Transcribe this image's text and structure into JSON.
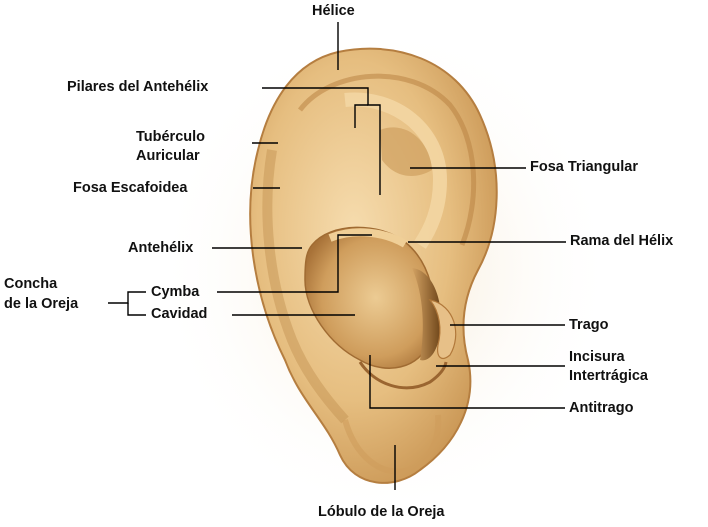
{
  "labels": {
    "helice": "Hélice",
    "pilares": "Pilares del Antehélix",
    "tuberculo_1": "Tubérculo",
    "tuberculo_2": "Auricular",
    "fosa_escafoidea": "Fosa Escafoidea",
    "antehelix": "Antehélix",
    "concha_1": "Concha",
    "concha_2": "de la Oreja",
    "cymba": "Cymba",
    "cavidad": "Cavidad",
    "fosa_triangular": "Fosa Triangular",
    "rama_helix": "Rama del Hélix",
    "trago": "Trago",
    "incisura_1": "Incisura",
    "incisura_2": "Intertrágica",
    "antitrago": "Antitrago",
    "lobulo": "Lóbulo de la Oreja"
  },
  "colors": {
    "skin_light": "#f6dcae",
    "skin_mid": "#e2b878",
    "skin_dark": "#b98344",
    "shadow": "#8a5a28",
    "leader": "#000000"
  }
}
